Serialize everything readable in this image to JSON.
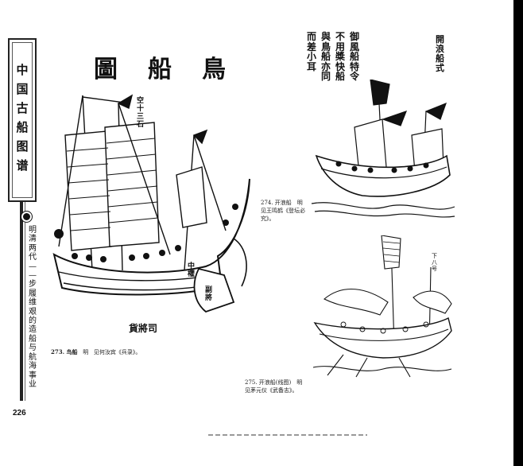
{
  "sidebar": {
    "book_title": [
      "中",
      "国",
      "古",
      "船",
      "图",
      "谱"
    ],
    "section_subtitle": [
      "明",
      "清",
      "两",
      "代",
      "—",
      "—",
      "步",
      "履",
      "维",
      "艰",
      "的",
      "造",
      "船",
      "与",
      "航",
      "海",
      "事",
      "业"
    ],
    "page_number": "226"
  },
  "main_title": [
    "鳥",
    "船",
    "圖"
  ],
  "ship_labels": {
    "top_sail_text": [
      "空",
      "十",
      "三",
      "石"
    ],
    "banner": "貨將司",
    "bow_text": [
      "中",
      "權"
    ],
    "bow_text2": [
      "副",
      "將"
    ],
    "right_ship_mast": [
      "下",
      "八",
      "号"
    ]
  },
  "poem": {
    "heading": [
      "開",
      "浪",
      "船",
      "式"
    ],
    "columns": [
      [
        "御",
        "風",
        "船",
        "特",
        "令"
      ],
      [
        "不",
        "用",
        "槳",
        "快",
        "船"
      ],
      [
        "與",
        "鳥",
        "船",
        "亦",
        "同"
      ],
      [
        "而",
        "差",
        "小",
        "耳"
      ]
    ]
  },
  "captions": {
    "c273": {
      "num": "273. 鸟船",
      "dyn": "明",
      "src": "见何汝宾《兵录》。"
    },
    "c274": {
      "lines": [
        "274. 开浪船　明",
        "见王鸣鹤《登坛必",
        "究》。"
      ]
    },
    "c275": {
      "lines": [
        "275. 开浪船(线图)　明",
        "见茅元仪《武备志》。"
      ]
    }
  },
  "colors": {
    "ink": "#111111",
    "paper": "#ffffff"
  }
}
